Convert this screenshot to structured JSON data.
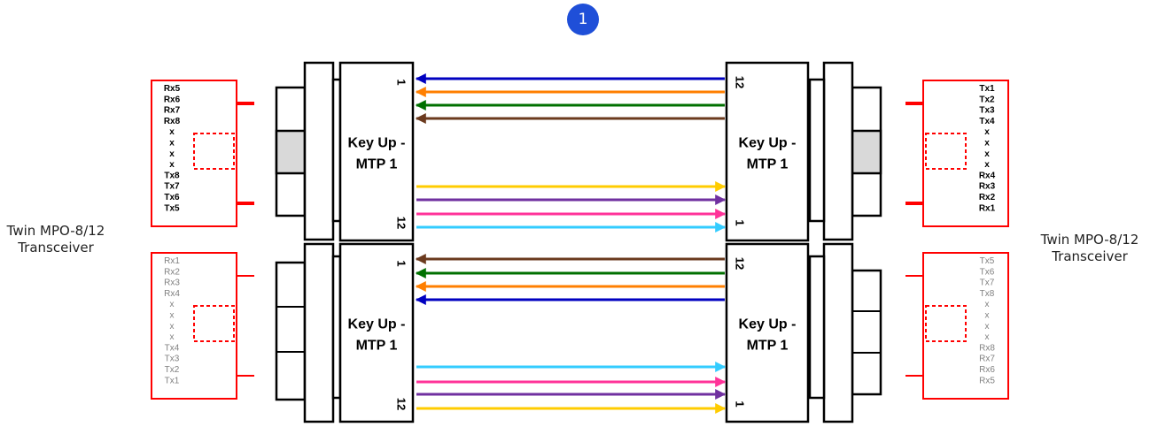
{
  "badge": {
    "number": "1",
    "color": "#1f4fd8"
  },
  "left_label": {
    "line1": "Twin MPO-8/12",
    "line2": "Transceiver"
  },
  "right_label": {
    "line1": "Twin MPO-8/12",
    "line2": "Transceiver"
  },
  "connector_label": {
    "line1": "Key Up -",
    "line2": "MTP 1"
  },
  "pin_labels": {
    "first": "1",
    "last": "12"
  },
  "transceivers": {
    "top_left": [
      "Rx5",
      "Rx6",
      "Rx7",
      "Rx8",
      "x",
      "x",
      "x",
      "x",
      "Tx8",
      "Tx7",
      "Tx6",
      "Tx5"
    ],
    "bottom_left": [
      "Rx1",
      "Rx2",
      "Rx3",
      "Rx4",
      "x",
      "x",
      "x",
      "x",
      "Tx4",
      "Tx3",
      "Tx2",
      "Tx1"
    ],
    "top_right": [
      "Tx1",
      "Tx2",
      "Tx3",
      "Tx4",
      "x",
      "x",
      "x",
      "x",
      "Rx4",
      "Rx3",
      "Rx2",
      "Rx1"
    ],
    "bottom_right": [
      "Tx5",
      "Tx6",
      "Tx7",
      "Tx8",
      "x",
      "x",
      "x",
      "x",
      "Rx8",
      "Rx7",
      "Rx6",
      "Rx5"
    ]
  },
  "colors": {
    "transceiver": "#ff0000",
    "active_text": "#000000",
    "inactive_text": "#808080",
    "fiber_blue": "#0000c0",
    "fiber_orange": "#ff7f00",
    "fiber_green": "#007000",
    "fiber_brown": "#6b3a1e",
    "fiber_yellow": "#ffcc00",
    "fiber_purple": "#7030a0",
    "fiber_pink": "#ff3399",
    "fiber_aqua": "#33ccff"
  },
  "fibers": {
    "top": [
      {
        "color": "fiber_blue",
        "direction": "left"
      },
      {
        "color": "fiber_orange",
        "direction": "left"
      },
      {
        "color": "fiber_green",
        "direction": "left"
      },
      {
        "color": "fiber_brown",
        "direction": "left"
      },
      {
        "color": "fiber_yellow",
        "direction": "right"
      },
      {
        "color": "fiber_purple",
        "direction": "right"
      },
      {
        "color": "fiber_pink",
        "direction": "right"
      },
      {
        "color": "fiber_aqua",
        "direction": "right"
      }
    ],
    "bottom": [
      {
        "color": "fiber_brown",
        "direction": "left"
      },
      {
        "color": "fiber_green",
        "direction": "left"
      },
      {
        "color": "fiber_orange",
        "direction": "left"
      },
      {
        "color": "fiber_blue",
        "direction": "left"
      },
      {
        "color": "fiber_aqua",
        "direction": "right"
      },
      {
        "color": "fiber_pink",
        "direction": "right"
      },
      {
        "color": "fiber_purple",
        "direction": "right"
      },
      {
        "color": "fiber_yellow",
        "direction": "right"
      }
    ]
  }
}
